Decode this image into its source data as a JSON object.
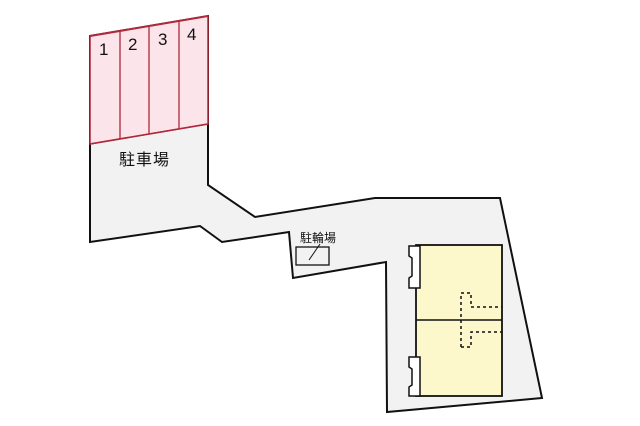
{
  "diagram": {
    "type": "site-layout-plan",
    "colors": {
      "site_fill": "#f2f2f2",
      "outline": "#111111",
      "parking_fill": "#fbe4ea",
      "parking_line": "#b0283c",
      "building_fill": "#fdf8cc"
    },
    "parking": {
      "label": "駐車場",
      "spaces": [
        {
          "number": "1"
        },
        {
          "number": "2"
        },
        {
          "number": "3"
        },
        {
          "number": "4"
        }
      ]
    },
    "bicycle_parking": {
      "label": "駐輪場"
    },
    "building": {
      "units": 2
    }
  }
}
